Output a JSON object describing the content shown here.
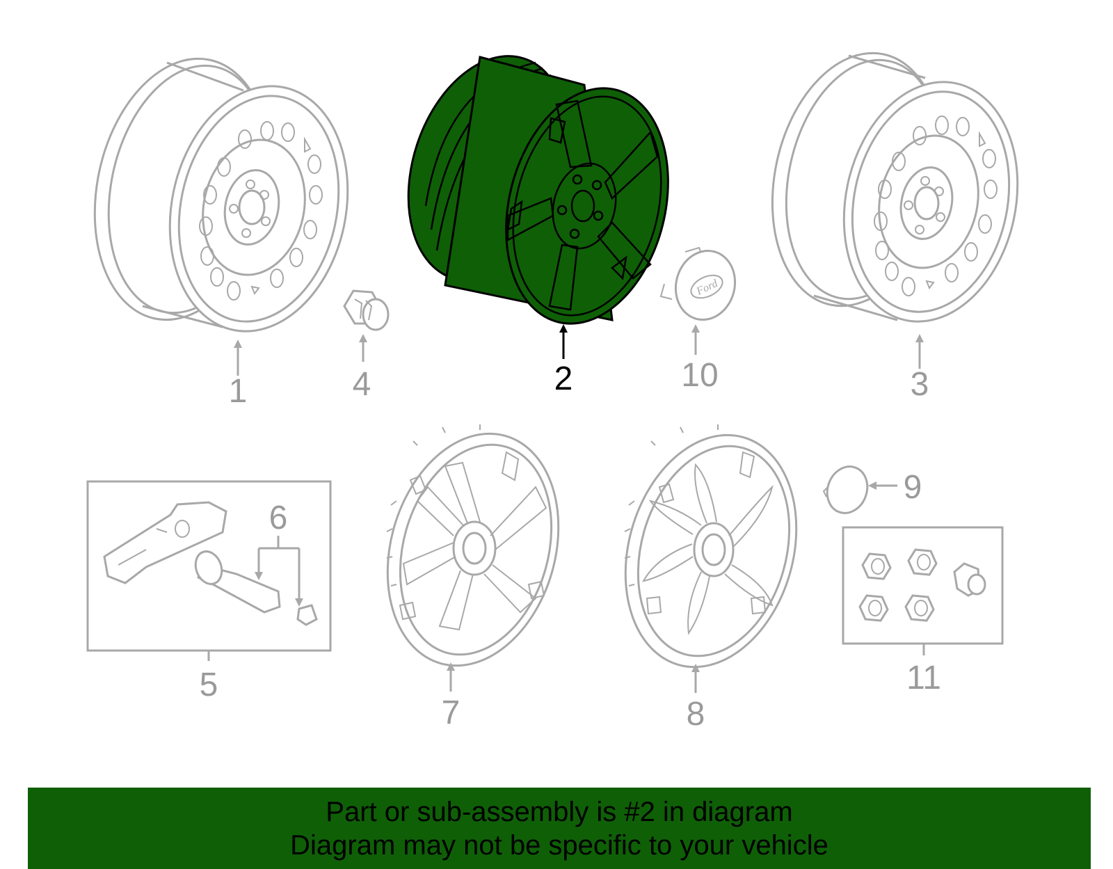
{
  "diagram": {
    "highlight_color": "#0f5f07",
    "inactive_color": "#a8a8a8",
    "highlighted_part": "2",
    "parts": [
      {
        "number": "1",
        "icon": "steel-wheel-icon"
      },
      {
        "number": "2",
        "icon": "alloy-wheel-icon"
      },
      {
        "number": "3",
        "icon": "steel-wheel-icon"
      },
      {
        "number": "4",
        "icon": "lug-nut-icon"
      },
      {
        "number": "5",
        "icon": "tpms-sensor-kit-icon"
      },
      {
        "number": "6",
        "icon": "valve-stem-icon"
      },
      {
        "number": "7",
        "icon": "wheel-cover-icon"
      },
      {
        "number": "8",
        "icon": "wheel-cover-icon"
      },
      {
        "number": "9",
        "icon": "center-cap-icon"
      },
      {
        "number": "10",
        "icon": "center-cap-icon"
      },
      {
        "number": "11",
        "icon": "lug-nut-kit-icon"
      }
    ]
  },
  "banner": {
    "line1": "Part or sub-assembly is #2 in diagram",
    "line2": "Diagram may not be specific to your vehicle"
  }
}
